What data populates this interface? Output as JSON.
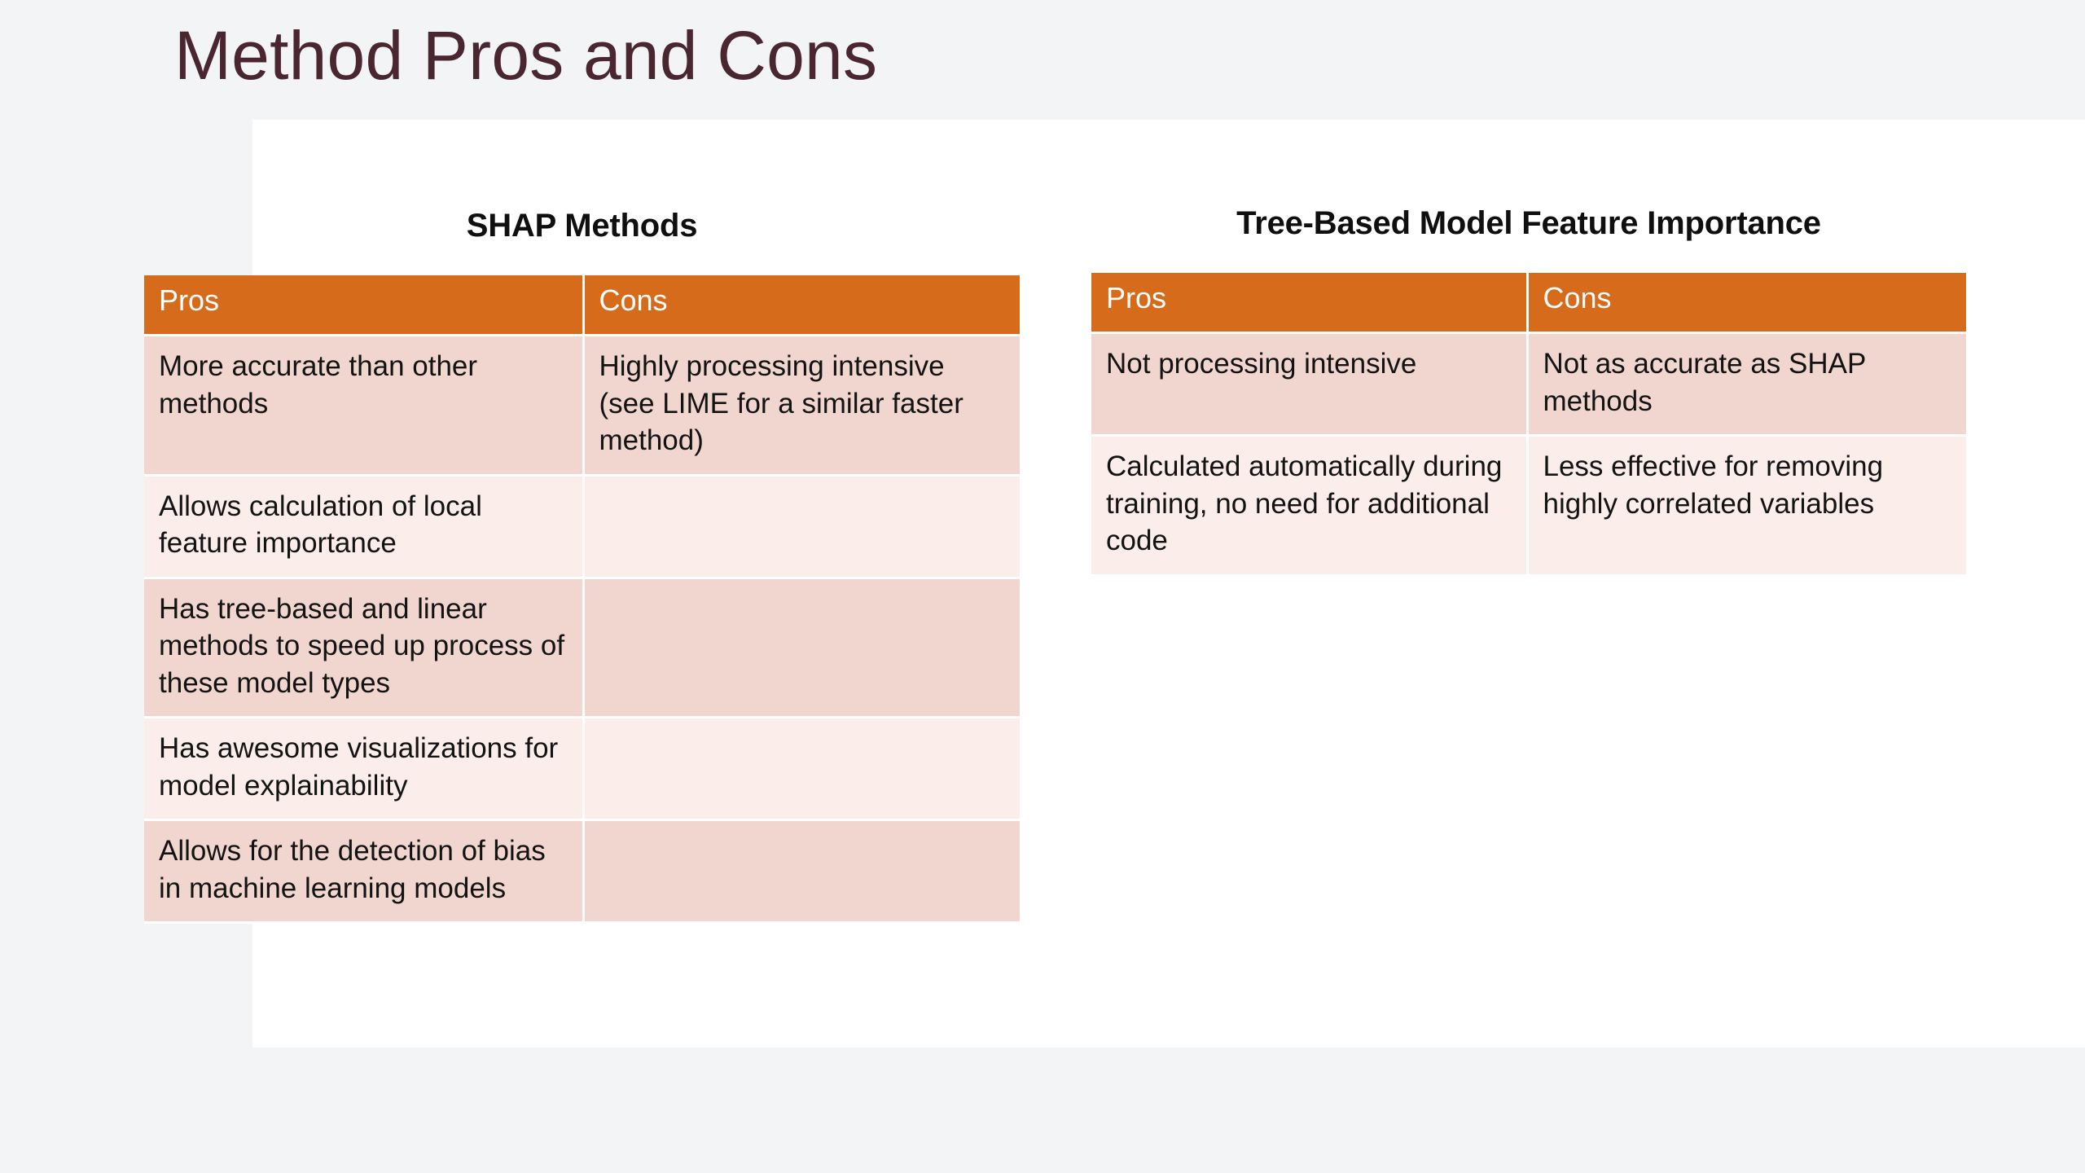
{
  "slide": {
    "title": "Method Pros and Cons",
    "title_color": "#4a2630",
    "background_color": "#f2f4f5",
    "panel_color": "#ffffff",
    "accent_color": "#d76b1c",
    "row_band_dark": "#f0d6ce",
    "row_band_light": "#faedea"
  },
  "tables": [
    {
      "caption": "SHAP Methods",
      "headers": [
        "Pros",
        "Cons"
      ],
      "rows": [
        {
          "pros": "More accurate than other methods",
          "cons": "Highly processing intensive (see LIME for a similar faster method)"
        },
        {
          "pros": "Allows calculation of local feature importance",
          "cons": ""
        },
        {
          "pros": "Has tree-based and linear methods to speed up process of these model types",
          "cons": ""
        },
        {
          "pros": "Has awesome visualizations for model explainability",
          "cons": ""
        },
        {
          "pros": "Allows for the detection of bias in machine learning models",
          "cons": ""
        }
      ]
    },
    {
      "caption": "Tree-Based Model Feature Importance",
      "headers": [
        "Pros",
        "Cons"
      ],
      "rows": [
        {
          "pros": "Not processing intensive",
          "cons": "Not as accurate as SHAP methods"
        },
        {
          "pros": "Calculated automatically during training, no need for additional code",
          "cons": "Less effective for removing highly correlated variables"
        }
      ]
    }
  ]
}
